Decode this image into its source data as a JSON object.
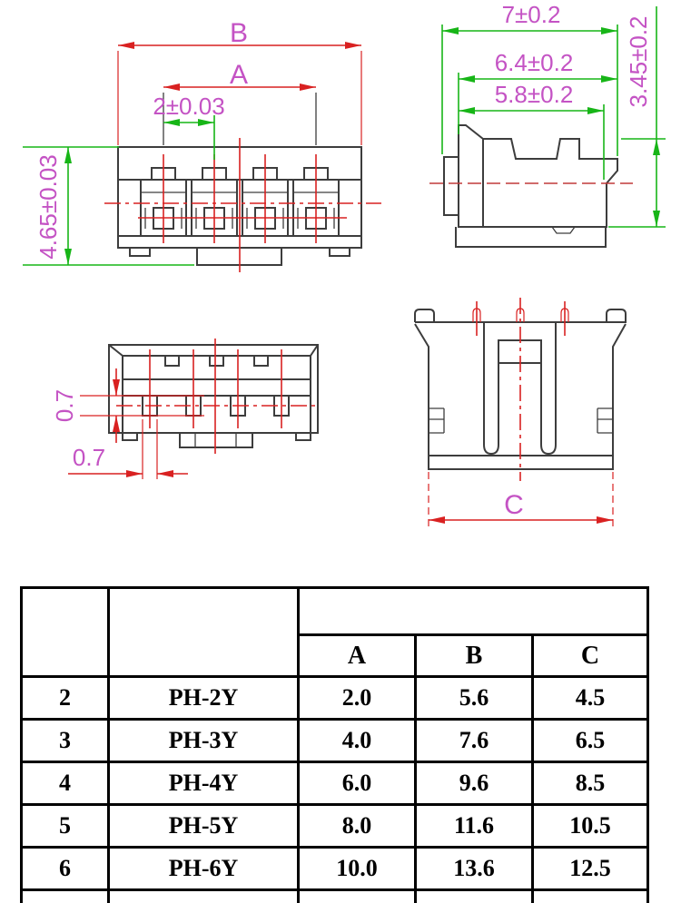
{
  "page": {
    "background": "#ffffff"
  },
  "colors": {
    "dimension_red": "#d92121",
    "dimension_green": "#17b517",
    "label_magenta": "#c453c4",
    "drawing_line": "#3d3d3d",
    "centerline_red": "#c03a3a",
    "table_border": "#000000",
    "table_text": "#000000"
  },
  "views": {
    "front": {
      "title": "front-view-housing",
      "dims": {
        "b": "B",
        "a": "A",
        "pitch": "2±0.03",
        "height": "4.65±0.03"
      }
    },
    "side": {
      "title": "side-view-housing",
      "dims": {
        "overall": "7±0.2",
        "mid": "6.4±0.2",
        "inner": "5.8±0.2",
        "height": "3.45±0.2"
      }
    },
    "bottom": {
      "title": "bottom-view-housing",
      "dims": {
        "wall": "0.7",
        "gap": "0.7"
      }
    },
    "section": {
      "title": "section-view-header",
      "dims": {
        "c": "C"
      }
    }
  },
  "table": {
    "col_headers": [
      "A",
      "B",
      "C"
    ],
    "rows": [
      {
        "pins": "2",
        "model": "PH-2Y",
        "a": "2.0",
        "b": "5.6",
        "c": "4.5"
      },
      {
        "pins": "3",
        "model": "PH-3Y",
        "a": "4.0",
        "b": "7.6",
        "c": "6.5"
      },
      {
        "pins": "4",
        "model": "PH-4Y",
        "a": "6.0",
        "b": "9.6",
        "c": "8.5"
      },
      {
        "pins": "5",
        "model": "PH-5Y",
        "a": "8.0",
        "b": "11.6",
        "c": "10.5"
      },
      {
        "pins": "6",
        "model": "PH-6Y",
        "a": "10.0",
        "b": "13.6",
        "c": "12.5"
      }
    ]
  }
}
